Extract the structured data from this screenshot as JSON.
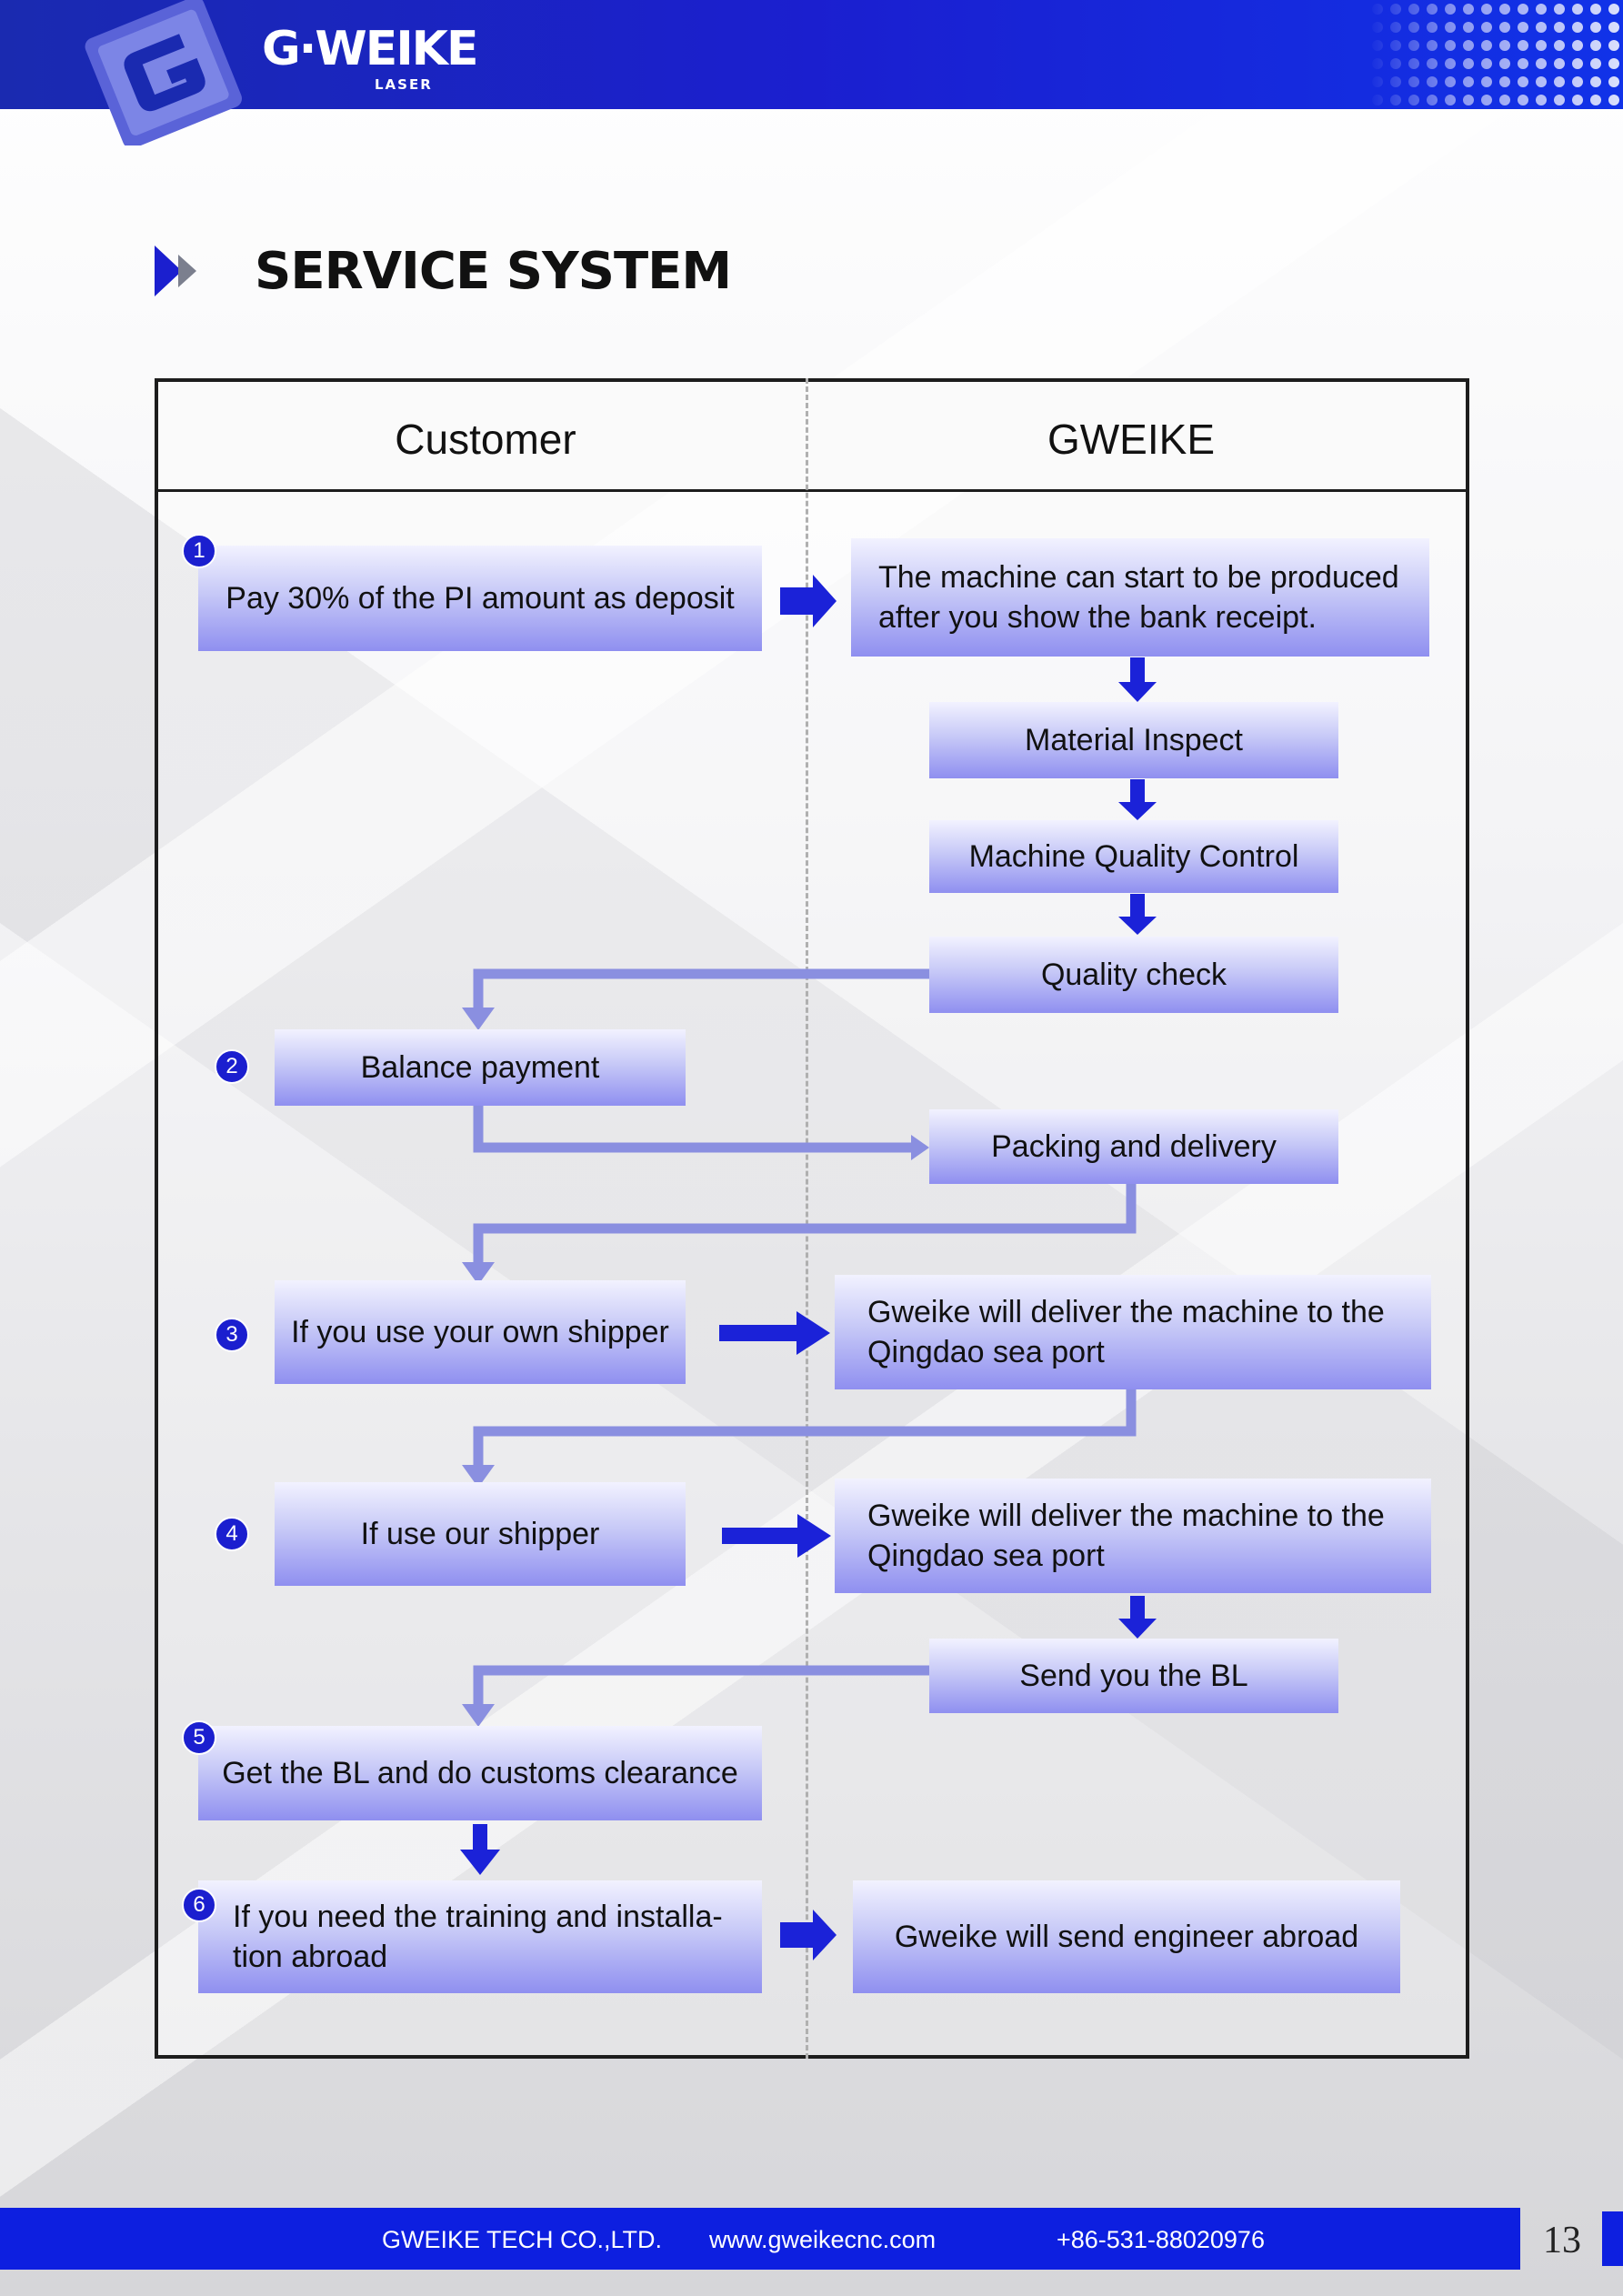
{
  "header": {
    "brand": "G·WEIKE",
    "brand_sub": "LASER"
  },
  "page_title": "SERVICE SYSTEM",
  "columns": {
    "customer": "Customer",
    "gweike": "GWEIKE"
  },
  "steps": {
    "s1": "1",
    "s2": "2",
    "s3": "3",
    "s4": "4",
    "s5": "5",
    "s6": "6"
  },
  "boxes": {
    "pay_deposit": "Pay 30% of the PI amount as deposit",
    "production_start": "The machine can start to be produced after you show the bank receipt.",
    "material_inspect": "Material Inspect",
    "machine_qc": "Machine Quality Control",
    "quality_check": "Quality check",
    "balance_payment": "Balance payment",
    "packing_delivery": "Packing and delivery",
    "own_shipper": "If you use your own shipper",
    "deliver_port_1": "Gweike will deliver the machine to the Qingdao sea port",
    "our_shipper": "If use our shipper",
    "deliver_port_2": "Gweike will deliver the machine to the Qingdao sea port",
    "send_bl": "Send you the BL",
    "customs_clearance": "Get the BL and do customs clearance",
    "training_install": "If you need the training and installa-tion abroad",
    "send_engineer": "Gweike will send engineer abroad"
  },
  "footer": {
    "company": "GWEIKE TECH CO.,LTD.",
    "website": "www.gweikecnc.com",
    "phone": "+86-531-88020976",
    "page_number": "13"
  },
  "colors": {
    "brand_blue": "#1b1fcf",
    "connector": "#8a8fe0",
    "arrow": "#1b22d8"
  }
}
